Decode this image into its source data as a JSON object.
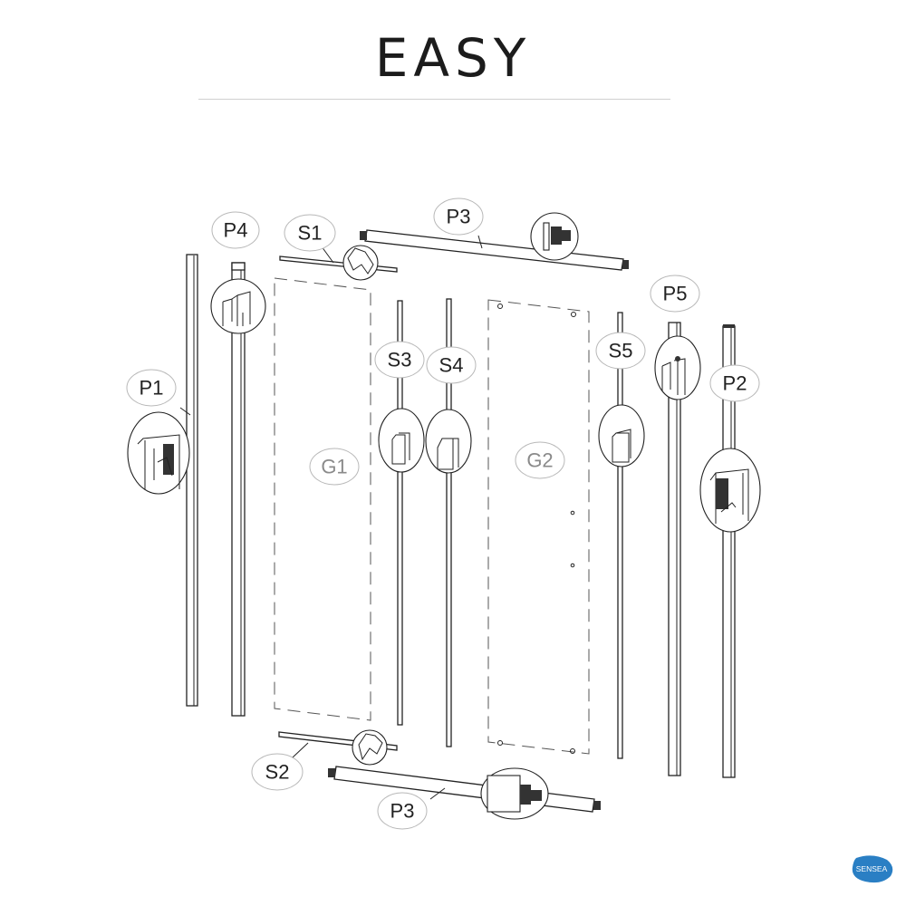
{
  "title": "EASY",
  "brand": {
    "logo_text": "SENSEA",
    "color": "#2a7fc4"
  },
  "parts": {
    "P1": "P1",
    "P2": "P2",
    "P3_top": "P3",
    "P3_bottom": "P3",
    "P4": "P4",
    "P5": "P5",
    "S1": "S1",
    "S2": "S2",
    "S3": "S3",
    "S4": "S4",
    "S5": "S5",
    "G1": "G1",
    "G2": "G2"
  }
}
